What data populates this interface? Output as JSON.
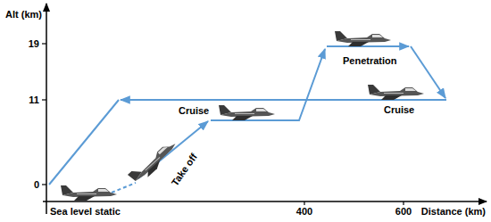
{
  "diagram": {
    "labels": [
      "Alt (km)",
      "19",
      "11",
      "0",
      "Penetration",
      "Cruise",
      "Cruise",
      "Take off",
      "Sea level static",
      "400",
      "600",
      "Distance (km)"
    ]
  }
}
